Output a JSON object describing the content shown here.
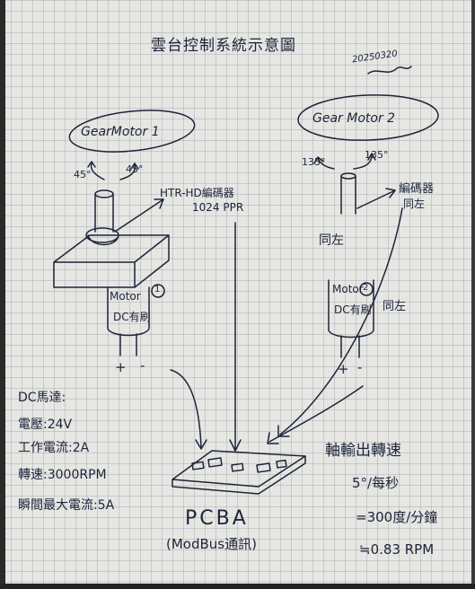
{
  "title": "雲台控制系統示意圖",
  "signature": "20250320",
  "motor1": {
    "name": "GearMotor 1",
    "angle_left": "45°",
    "angle_right": "45°",
    "encoder": "HTR-HD編碼器",
    "ppr": "1024 PPR",
    "motor_label": "Motor",
    "motor_number": "1",
    "motor_control": "DC有刷",
    "plus": "+",
    "minus": "-"
  },
  "motor2": {
    "name": "Gear Motor 2",
    "angle_left": "135°",
    "angle_right": "135°",
    "encoder": "編碼器",
    "encoder_same": "同左",
    "same_left": "同左",
    "motor_label": "Motor",
    "motor_number": "2",
    "motor_control": "DC有刷",
    "motor_same": "同左",
    "plus": "+",
    "minus": "-"
  },
  "dc_spec": {
    "heading": "DC馬達:",
    "voltage": "電壓:24V",
    "current": "工作電流:2A",
    "speed": "轉速:3000RPM",
    "peak": "瞬間最大電流:5A"
  },
  "pcba": {
    "label": "PCBA",
    "comm": "(ModBus通訊)"
  },
  "output": {
    "heading": "軸輸出轉速",
    "line1": "5°/每秒",
    "line2": "=300度/分鐘",
    "line3": "≒0.83 RPM"
  },
  "colors": {
    "ink": "#1c2438",
    "paper": "#e6e6e3",
    "grid": "#8a939c"
  }
}
